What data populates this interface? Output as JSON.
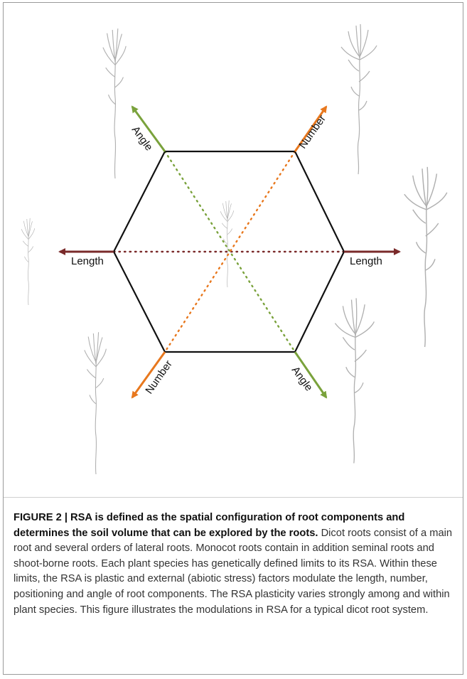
{
  "diagram": {
    "labels": {
      "length_left": "Length",
      "length_right": "Length",
      "angle_top": "Angle",
      "angle_bottom": "Angle",
      "number_top": "Number",
      "number_bottom": "Number"
    },
    "colors": {
      "length": "#7a2a2a",
      "angle": "#7aa23c",
      "number": "#e8781e",
      "hexagon": "#111111",
      "roots": "#b0b0b0"
    }
  },
  "caption": {
    "title": "FIGURE 2 | RSA is defined as the spatial configuration of root components and determines the soil volume that can be explored by the roots.",
    "body": " Dicot roots consist of a main root and several orders of lateral roots. Monocot roots contain in addition seminal roots and shoot-borne roots. Each plant species has genetically defined limits to its RSA. Within these limits, the RSA is plastic and external (abiotic stress) factors modulate the length, number, positioning and angle of root components. The RSA plasticity varies strongly among and within plant species. This figure illustrates the modulations in RSA for a typical dicot root system."
  }
}
